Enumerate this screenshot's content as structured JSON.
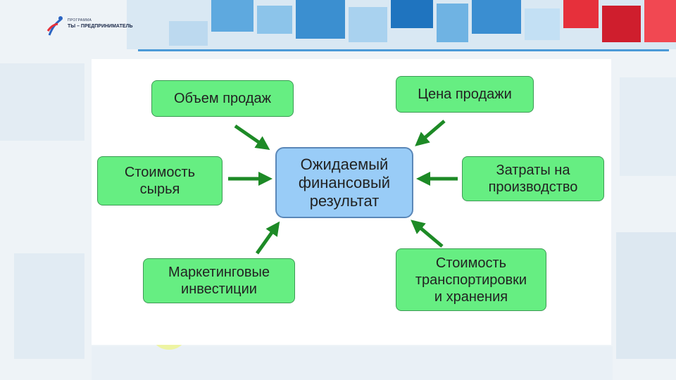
{
  "logo": {
    "small": "ПРОГРАММА",
    "main": "ТЫ – ПРЕДПРИНИМАТЕЛЬ"
  },
  "diagram": {
    "center": "Ожидаемый\nфинансовый\nрезультат",
    "factors": {
      "sales_volume": "Объем продаж",
      "sale_price": "Цена продажи",
      "raw_cost": "Стоимость\nсырья",
      "production_costs": "Затраты на\nпроизводство",
      "marketing": "Маркетинговые\nинвестиции",
      "transport": "Стоимость\nтранспортировки\nи хранения"
    }
  },
  "colors": {
    "factor_fill": "#66ee82",
    "center_fill": "#99ccf7",
    "arrow": "#1d8a26"
  }
}
